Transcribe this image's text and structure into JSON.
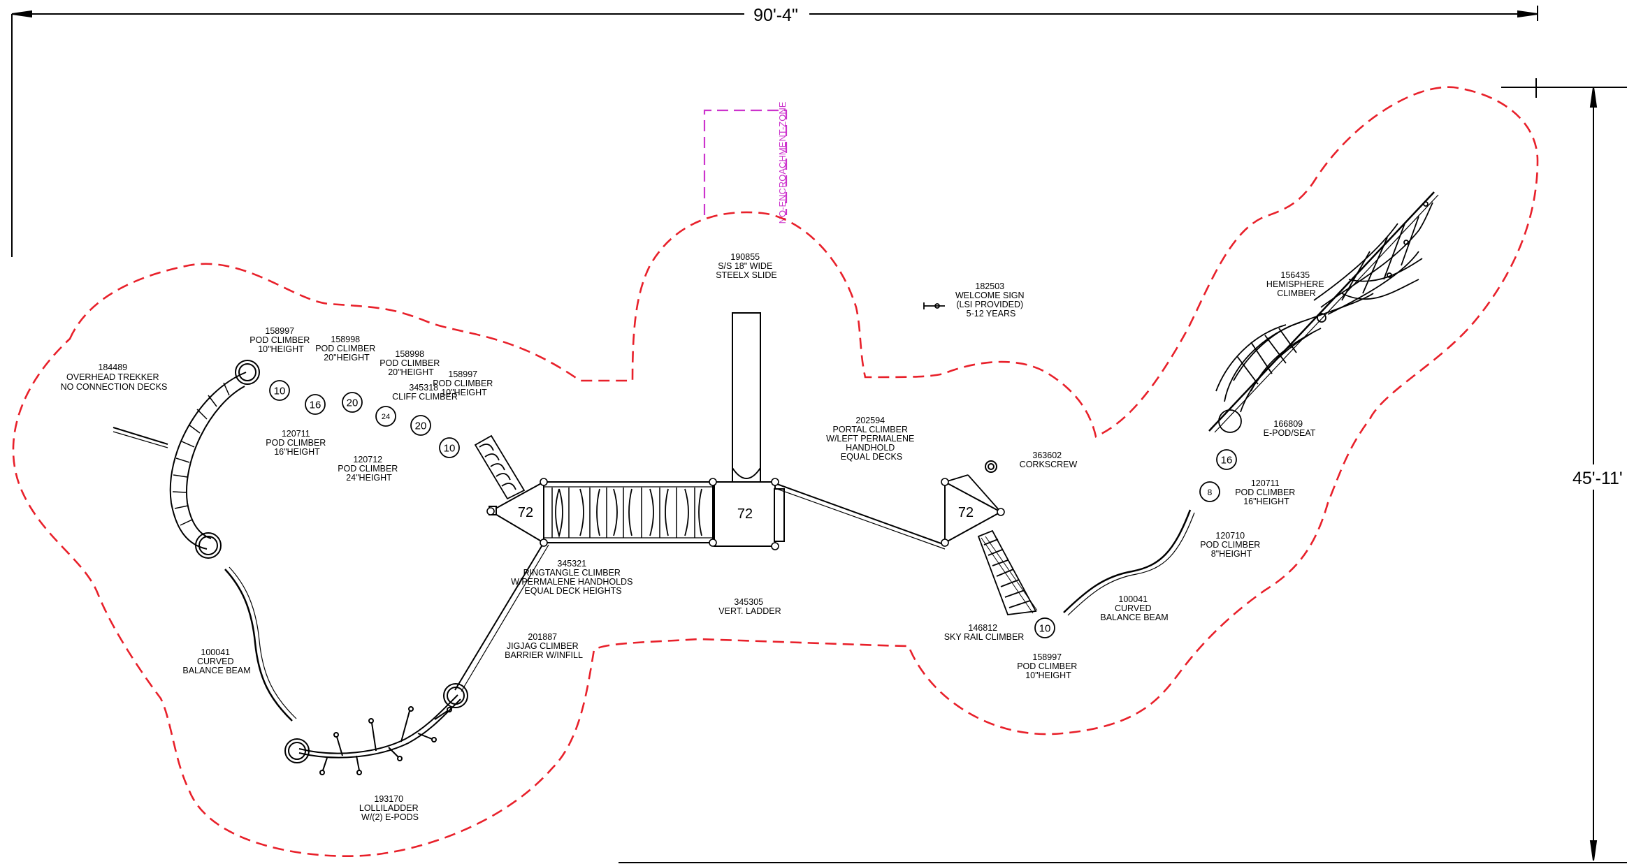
{
  "dimensions": {
    "width": "90'-4\"",
    "height": "45'-11'"
  },
  "no_encroachment": "NO-ENCROACHMENT-ZONE",
  "colors": {
    "safety_zone": "#e8202a",
    "encroachment": "#cc33cc",
    "lines": "#000000"
  },
  "decks": [
    "72",
    "72",
    "72"
  ],
  "height_markers": [
    "10",
    "16",
    "20",
    "24",
    "20",
    "10",
    "16",
    "8",
    "10"
  ],
  "labels": {
    "overhead_trekker": [
      "184489",
      "OVERHEAD TREKKER",
      "NO CONNECTION DECKS"
    ],
    "pod_158997_a": [
      "158997",
      "POD CLIMBER",
      "10\"HEIGHT"
    ],
    "pod_158998_a": [
      "158998",
      "POD CLIMBER",
      "20\"HEIGHT"
    ],
    "pod_158998_b": [
      "158998",
      "POD CLIMBER",
      "20\"HEIGHT"
    ],
    "cliff_climber": [
      "345318",
      "CLIFF CLIMBER"
    ],
    "pod_158997_b": [
      "158997",
      "POD CLIMBER",
      "10\"HEIGHT"
    ],
    "pod_120711_a": [
      "120711",
      "POD CLIMBER",
      "16\"HEIGHT"
    ],
    "pod_120712": [
      "120712",
      "POD CLIMBER",
      "24\"HEIGHT"
    ],
    "balance_beam_left": [
      "100041",
      "CURVED",
      "BALANCE BEAM"
    ],
    "lollipladder": [
      "193170",
      "LOLLILADDER",
      "W/(2) E-PODS"
    ],
    "jigjag": [
      "201887",
      "JIGJAG CLIMBER",
      "BARRIER W/INFILL"
    ],
    "ringtangle": [
      "345321",
      "RINGTANGLE CLIMBER",
      "W/PERMALENE HANDHOLDS",
      "EQUAL DECK HEIGHTS"
    ],
    "vert_ladder": [
      "345305",
      "VERT. LADDER"
    ],
    "slide": [
      "190855",
      "S/S 18\" WIDE",
      "STEELX SLIDE"
    ],
    "welcome_sign": [
      "182503",
      "WELCOME SIGN",
      "(LSI PROVIDED)",
      "5-12 YEARS"
    ],
    "portal_climber": [
      "202594",
      "PORTAL CLIMBER",
      "W/LEFT PERMALENE",
      "HANDHOLD",
      "EQUAL DECKS"
    ],
    "corkscrew": [
      "363602",
      "CORKSCREW"
    ],
    "sky_rail": [
      "146812",
      "SKY RAIL CLIMBER"
    ],
    "pod_158997_c": [
      "158997",
      "POD CLIMBER",
      "10\"HEIGHT"
    ],
    "balance_beam_right": [
      "100041",
      "CURVED",
      "BALANCE BEAM"
    ],
    "hemisphere": [
      "156435",
      "HEMISPHERE",
      "CLIMBER"
    ],
    "epod_seat": [
      "166809",
      "E-POD/SEAT"
    ],
    "pod_120711_b": [
      "120711",
      "POD CLIMBER",
      "16\"HEIGHT"
    ],
    "pod_120710": [
      "120710",
      "POD CLIMBER",
      "8\"HEIGHT"
    ]
  }
}
